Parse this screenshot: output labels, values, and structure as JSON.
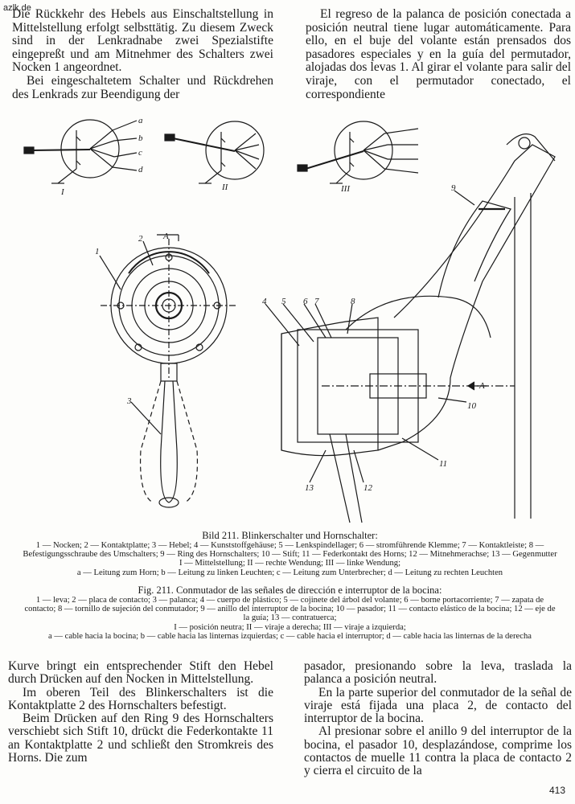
{
  "watermark": "azlk.de",
  "top_left": [
    "Die Rückkehr des Hebels aus Einschaltstellung in Mittelstellung erfolgt selbsttätig. Zu diesem Zweck sind in der Lenkradnabe zwei Spezialstifte eingepreßt und am Mitnehmer des Schalters zwei Nocken 1 angeordnet.",
    "Bei eingeschaltetem Schalter und Rückdrehen des Lenkrads zur Beendigung der"
  ],
  "top_right": [
    "El regreso de la palanca de posición conectada a posición neutral tiene lugar automáticamente. Para ello, en el buje del volante están prensados dos pasadores especiales y en la guía del permutador, alojadas dos levas 1. Al girar el volante para salir del viraje, con el permutador conectado, el correspondiente"
  ],
  "figure_labels": {
    "switch_letters": [
      "a",
      "b",
      "c",
      "d"
    ],
    "positions": [
      "I",
      "II",
      "III"
    ],
    "section_mark": "A",
    "parts": [
      "1",
      "2",
      "3",
      "4",
      "5",
      "6",
      "7",
      "8",
      "9",
      "10",
      "11",
      "12",
      "13"
    ]
  },
  "caption_de": {
    "title": "Bild 211. Blinkerschalter und Hornschalter:",
    "lines": [
      "1 — Nocken; 2 — Kontaktplatte; 3 — Hebel; 4 — Kunststoffgehäuse; 5 — Lenkspindellager; 6 — stromführende Klemme; 7 — Kontaktleiste; 8 — Befestigungsschraube des Umschalters; 9 — Ring des Hornschalters; 10 — Stift; 11 — Federkontakt des Horns; 12 — Mitnehmerachse; 13 — Gegenmutter",
      "I — Mittelstellung; II — rechte Wendung; III — linke Wendung;",
      "a — Leitung zum Horn; b — Leitung zu linken Leuchten; c — Leitung zum Unterbrecher; d — Leitung zu rechten Leuchten"
    ]
  },
  "caption_es": {
    "title": "Fig. 211. Conmutador de las señales de dirección e interruptor de la bocina:",
    "lines": [
      "1 — leva; 2 — placa de contacto; 3 — palanca; 4 — cuerpo de plástico; 5 — cojinete del árbol del volante; 6 — borne portacorriente; 7 — zapata de contacto; 8 — tornillo de sujeción del conmutador; 9 — anillo del interruptor de la bocina; 10 — pasador; 11 — contacto elástico de la bocina; 12 — eje de la guía; 13 — contratuerca;",
      "I — posición neutra; II — viraje a derecha; III — viraje a izquierda;",
      "a — cable hacia la bocina; b — cable hacia las linternas izquierdas; c — cable hacia el interruptor; d — cable hacia las linternas de la derecha"
    ]
  },
  "bottom_left": [
    "Kurve bringt ein entsprechender Stift den Hebel durch Drücken auf den Nocken in Mittelstellung.",
    "Im oberen Teil des Blinkerschalters ist die Kontaktplatte 2 des Hornschalters befestigt.",
    "Beim Drücken auf den Ring 9 des Hornschalters verschiebt sich Stift 10, drückt die Federkontakte 11 an Kontaktplatte 2 und schließt den Stromkreis des Horns. Die zum"
  ],
  "bottom_right": [
    "pasador, presionando sobre la leva, traslada la palanca a posición neutral.",
    "En la parte superior del conmutador de la señal de viraje está fijada una placa 2, de contacto del interruptor de la bocina.",
    "Al presionar sobre el anillo 9 del interruptor de la bocina, el pasador 10, desplazándose, comprime los contactos de muelle 11 contra la placa de contacto 2 y cierra el circuito de la"
  ],
  "page_number": "413"
}
